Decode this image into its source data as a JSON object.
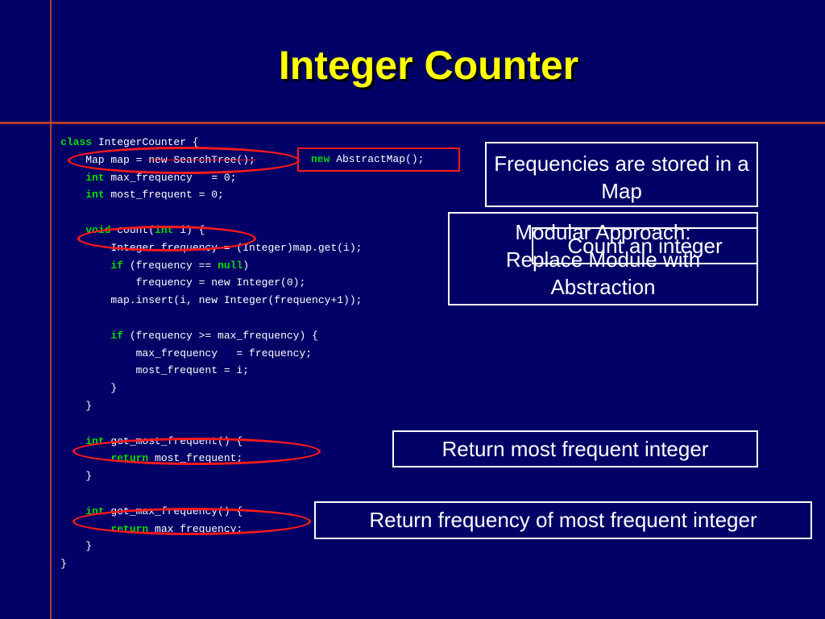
{
  "slide": {
    "title": "Integer Counter",
    "code": {
      "l1_kw": "class",
      "l1_rest": " IntegerCounter {",
      "l2_a": "    Map map = ",
      "l2_kw": "new",
      "l2_b": " SearchTree();",
      "l3_kw": "int",
      "l3_rest": " max_frequency   = 0;",
      "l4_kw": "int",
      "l4_rest": " most_frequent = 0;",
      "l6_kw1": "void",
      "l6_mid": " count(",
      "l6_kw2": "int",
      "l6_rest": " i) {",
      "l7": "        Integer frequency = (Integer)map.get(i);",
      "l8_kw": "if",
      "l8_mid": " (frequency == ",
      "l8_kw2": "null",
      "l8_rest": ")",
      "l9": "            frequency = new Integer(0);",
      "l10": "        map.insert(i, new Integer(frequency+1));",
      "l12_kw": "if",
      "l12_rest": " (frequency >= max_frequency) {",
      "l13": "            max_frequency   = frequency;",
      "l14": "            most_frequent = i;",
      "l15": "        }",
      "l16": "    }",
      "l18_kw": "int",
      "l18_rest": " get_most_frequent() {",
      "l19_kw": "return",
      "l19_rest": " most_frequent;",
      "l20": "    }",
      "l22_kw": "int",
      "l22_rest": " get_max_frequency() {",
      "l23_kw": "return",
      "l23_rest": " max_frequency;",
      "l24": "    }",
      "l25": "}"
    },
    "replacement": {
      "kw": "new",
      "rest": " AbstractMap();"
    },
    "notes": {
      "map": "Frequencies are stored in a Map",
      "modular": "Modular Approach: Replace Module with Abstraction",
      "count": "Count an integer",
      "most_frequent": "Return most frequent integer",
      "max_frequency": "Return frequency of most frequent integer"
    }
  }
}
